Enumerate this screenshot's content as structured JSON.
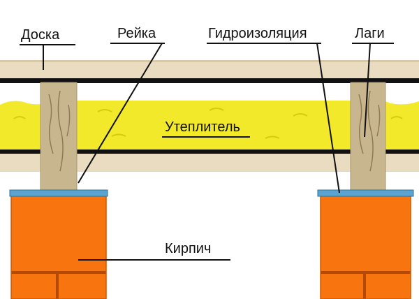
{
  "labels": {
    "board": "Доска",
    "rail": "Рейка",
    "waterproofing": "Гидроизоляция",
    "joists": "Лаги",
    "insulation": "Утеплитель",
    "brick": "Кирпич"
  },
  "colors": {
    "wood": "#e9dcc0",
    "joist": "#c8b68e",
    "insulation": "#f2e92a",
    "brick": "#f7740f",
    "mortar": "#b54a08",
    "waterproofing": "#5aa4cf",
    "line": "#111111"
  }
}
